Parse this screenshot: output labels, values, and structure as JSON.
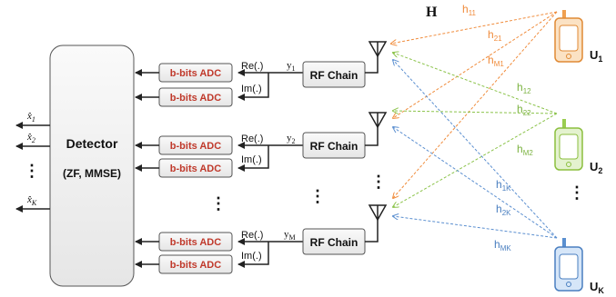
{
  "diagram": {
    "detector": {
      "title": "Detector",
      "subtitle": "(ZF, MMSE)"
    },
    "outputs": [
      {
        "label": "x̂",
        "sub": "1"
      },
      {
        "label": "x̂",
        "sub": "2"
      },
      {
        "label": "x̂",
        "sub": "K"
      }
    ],
    "adc_label": "b-bits ADC",
    "re_label": "Re(.)",
    "im_label": "Im(.)",
    "rf_chain_label": "RF Chain",
    "rows": [
      {
        "y_label": "y",
        "y_sub": "1"
      },
      {
        "y_label": "y",
        "y_sub": "2"
      },
      {
        "y_label": "y",
        "y_sub": "M"
      }
    ],
    "channel_label": "H",
    "ellipsis_h": "…",
    "ellipsis_v": "⋮",
    "users": [
      {
        "label": "U",
        "sub": "1",
        "color": "#f0a050"
      },
      {
        "label": "U",
        "sub": "2",
        "color": "#9acd50"
      },
      {
        "label": "U",
        "sub": "K",
        "color": "#5a8fd0"
      }
    ],
    "channels": [
      {
        "label": "h",
        "sub": "11",
        "color": "#f08c3c"
      },
      {
        "label": "h",
        "sub": "21",
        "color": "#f08c3c"
      },
      {
        "label": "h",
        "sub": "M1",
        "color": "#f08c3c"
      },
      {
        "label": "h",
        "sub": "12",
        "color": "#7cb342"
      },
      {
        "label": "h",
        "sub": "22",
        "color": "#7cb342"
      },
      {
        "label": "h",
        "sub": "M2",
        "color": "#7cb342"
      },
      {
        "label": "h",
        "sub": "1K",
        "color": "#4a7fc0"
      },
      {
        "label": "h",
        "sub": "2K",
        "color": "#4a7fc0"
      },
      {
        "label": "h",
        "sub": "MK",
        "color": "#4a7fc0"
      }
    ],
    "colors": {
      "adc_text": "#c0392b",
      "orange": "#f08c3c",
      "green": "#8bc34a",
      "blue": "#5b8fd0"
    }
  }
}
